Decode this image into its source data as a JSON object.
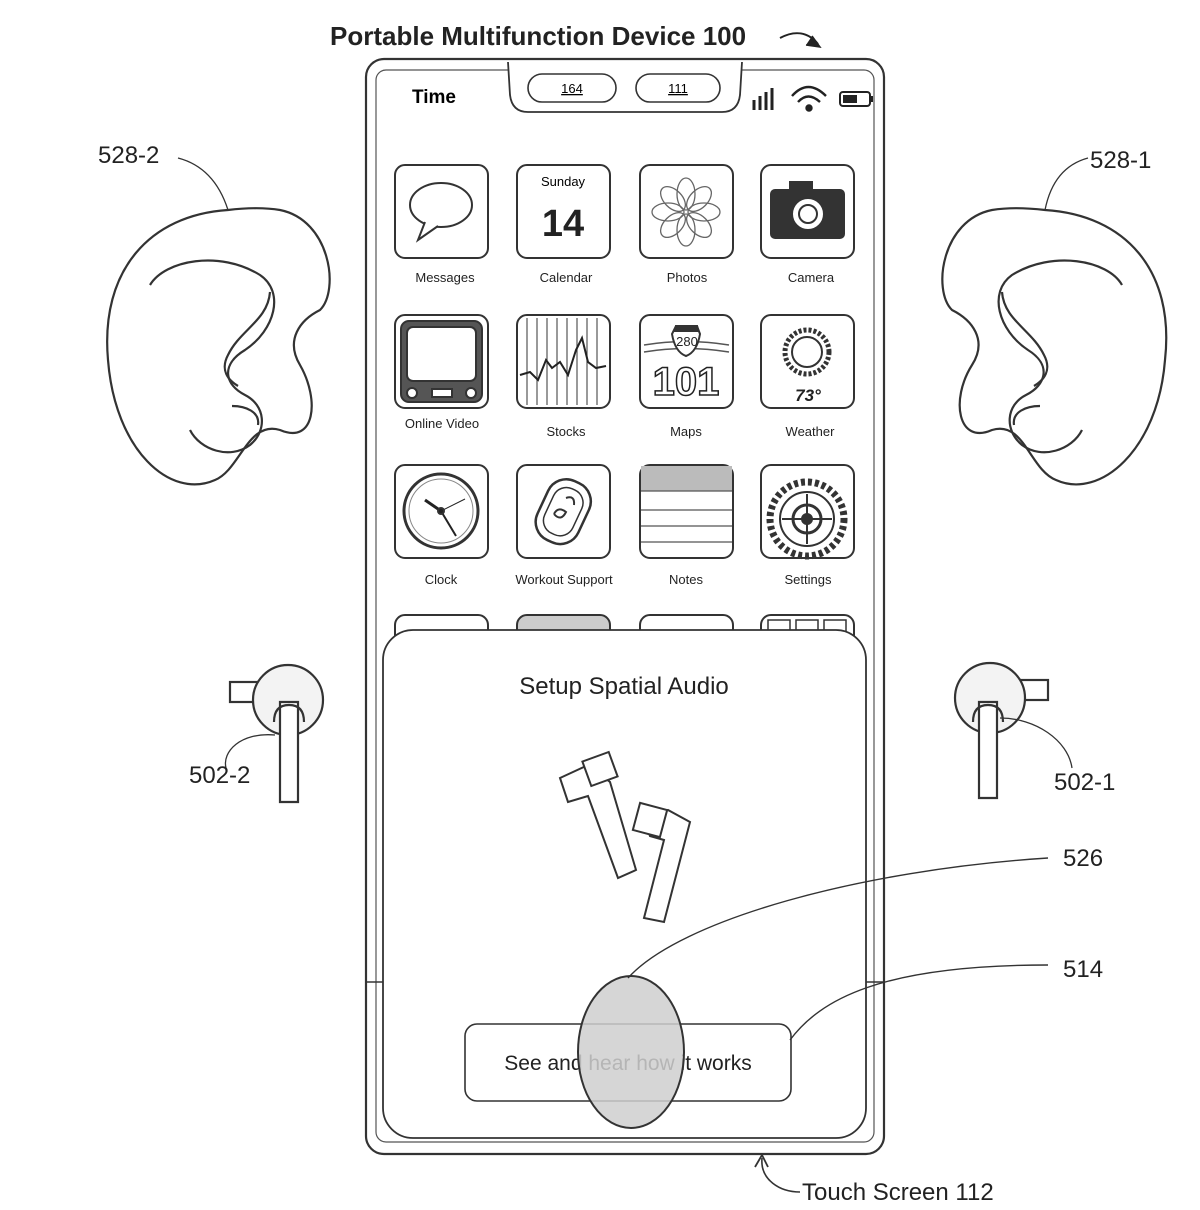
{
  "figure": {
    "title": "Portable Multifunction Device 100",
    "touch_screen_label": "Touch Screen 112",
    "ref_ear_left": "528-2",
    "ref_ear_right": "528-1",
    "ref_earbud_left": "502-2",
    "ref_earbud_right": "502-1",
    "ref_touch": "526",
    "ref_button": "514"
  },
  "status_bar": {
    "time": "Time",
    "pill_left": "164",
    "pill_right": "111",
    "icons": [
      "signal-icon",
      "wifi-icon",
      "battery-icon"
    ]
  },
  "apps": [
    {
      "label": "Messages",
      "icon": "messages-icon"
    },
    {
      "label": "Calendar",
      "icon": "calendar-icon",
      "day": "Sunday",
      "date": "14"
    },
    {
      "label": "Photos",
      "icon": "photos-icon"
    },
    {
      "label": "Camera",
      "icon": "camera-icon"
    },
    {
      "label": "Online Video",
      "icon": "online-video-icon"
    },
    {
      "label": "Stocks",
      "icon": "stocks-icon"
    },
    {
      "label": "Maps",
      "icon": "maps-icon",
      "shield": "280"
    },
    {
      "label": "Weather",
      "icon": "weather-icon",
      "temp": "73°"
    },
    {
      "label": "Clock",
      "icon": "clock-icon"
    },
    {
      "label": "Workout Support",
      "icon": "workout-icon"
    },
    {
      "label": "Notes",
      "icon": "notes-icon"
    },
    {
      "label": "Settings",
      "icon": "settings-icon"
    }
  ],
  "sheet": {
    "title": "Setup Spatial Audio",
    "button_label": "See and hear how it works"
  }
}
